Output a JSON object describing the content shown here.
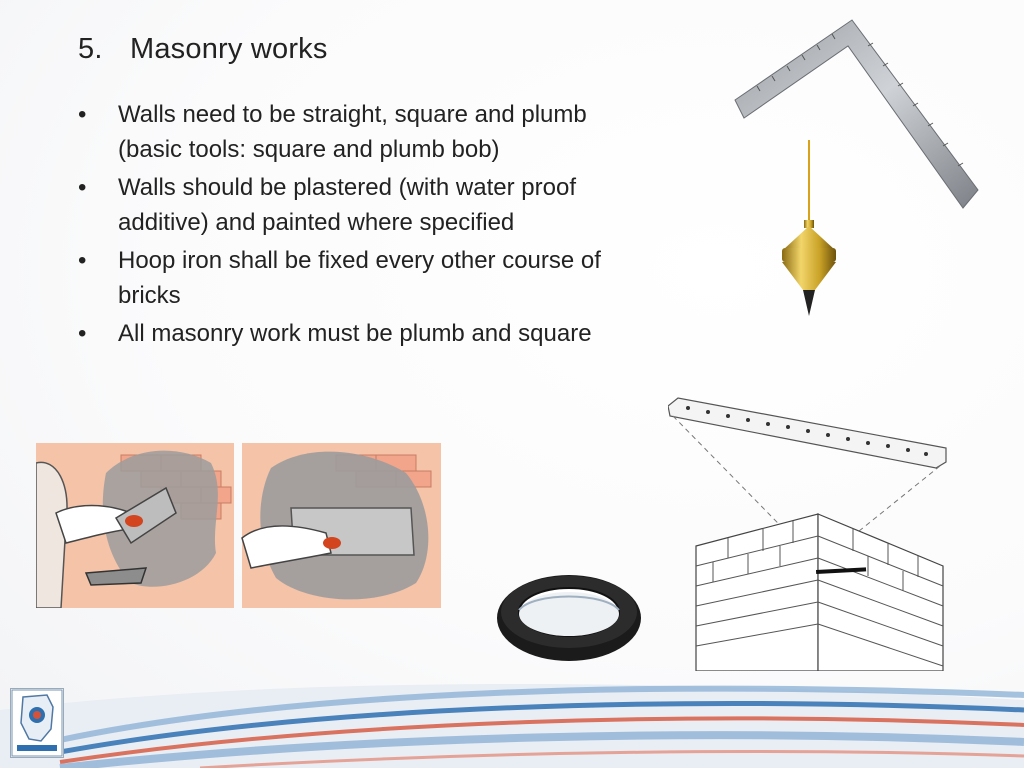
{
  "slide": {
    "title_number": "5.",
    "title_text": "Masonry works",
    "bullets": [
      {
        "marker": "•",
        "text": "Walls need to be straight, square and plumb (basic tools: square and plumb bob)"
      },
      {
        "marker": "•",
        "text": "Walls should be plastered (with water proof additive) and painted where specified"
      },
      {
        "marker": "•",
        "text": "Hoop iron shall be fixed every other course of bricks"
      },
      {
        "marker": "•",
        "text": "All masonry work must be plumb and square"
      }
    ]
  },
  "images": {
    "square": "carpenter-square-icon",
    "plumb_bob": "plumb-bob-icon",
    "plastering": "plastering-illustration",
    "hoop_iron": "hoop-iron-coil-icon",
    "straight_edge": "straight-edge-wall-illustration"
  },
  "colors": {
    "text": "#222222",
    "wave_blue": "#2e6fb0",
    "wave_red": "#d5523a",
    "plaster_bg": "#f4c3a8",
    "brass": "#c9a227"
  }
}
